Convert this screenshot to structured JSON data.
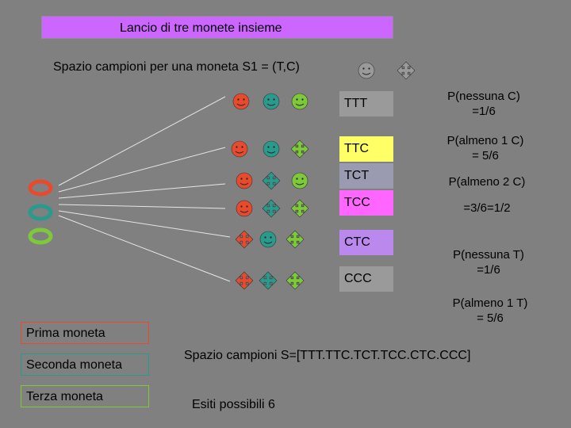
{
  "title": "Lancio di tre monete insieme",
  "subtitle": "Spazio campioni per una moneta S1 = (T,C)",
  "colors": {
    "background": "#808080",
    "title_fill": "#cc66ff",
    "first_coin": "#e84a2e",
    "second_coin": "#2a9a8c",
    "third_coin": "#7dc93a",
    "box_gray": "#9a9a9a",
    "box_yellow": "#ffff66",
    "box_pink": "#ff66ff",
    "box_purple": "#bb88ee",
    "box_blue_gray": "#9a9ab0",
    "line": "#e6e6e6"
  },
  "coin_symbols": {
    "T": "smiley-face-icon",
    "C": "four-arrow-cross-icon"
  },
  "outcomes": [
    {
      "label": "TTT",
      "color": "#9a9a9a",
      "symbols": [
        "T",
        "T",
        "T"
      ]
    },
    {
      "label": "TTC",
      "color": "#ffff66",
      "symbols": [
        "T",
        "T",
        "C"
      ]
    },
    {
      "label": "TCT",
      "color": "#9a9ab0",
      "symbols": [
        "T",
        "C",
        "T"
      ]
    },
    {
      "label": "TCC",
      "color": "#ff66ff",
      "symbols": [
        "T",
        "C",
        "C"
      ]
    },
    {
      "label": "CTC",
      "color": "#bb88ee",
      "symbols": [
        "C",
        "T",
        "C"
      ]
    },
    {
      "label": "CCC",
      "color": "#9a9a9a",
      "symbols": [
        "C",
        "C",
        "C"
      ]
    }
  ],
  "probabilities": {
    "p_nessuna_c": [
      "P(nessuna C)",
      "=1/6"
    ],
    "p_almeno_1_c": [
      "P(almeno 1 C)",
      "= 5/6"
    ],
    "p_almeno_2_c": "P(almeno 2 C)",
    "p_almeno_2_c_value": "=3/6=1/2",
    "p_nessuna_t": [
      "P(nessuna T)",
      "=1/6"
    ],
    "p_almeno_1_t": [
      "P(almeno 1 T)",
      "= 5/6"
    ]
  },
  "legend": {
    "prima": "Prima moneta",
    "seconda": "Seconda moneta",
    "terza": "Terza moneta"
  },
  "sample_space": "Spazio campioni  S=[TTT.TTC.TCT.TCC.CTC.CCC]",
  "esiti": "Esiti possibili 6"
}
